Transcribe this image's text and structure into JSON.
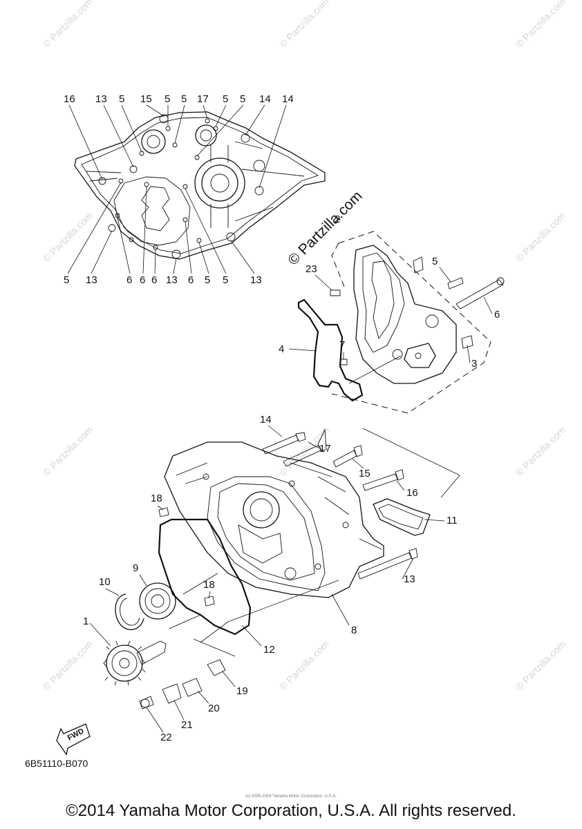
{
  "diagram": {
    "watermark_text": "© Partzilla.com",
    "watermark_center_text": "© Partzilla.com",
    "drawing_code": "6B51110-B070",
    "copyright": "©2014 Yamaha Motor Corporation, U.S.A. All rights reserved.",
    "tiny_copyright": "(c) 2005-2016 Yamaha Motor Corporation, U.S.A.",
    "fwd_label": "FWD"
  },
  "callouts": {
    "top_row": [
      "16",
      "13",
      "5",
      "15",
      "5",
      "5",
      "17",
      "5",
      "5",
      "14",
      "14"
    ],
    "bottom_row": [
      "5",
      "13",
      "6",
      "6",
      "6",
      "13",
      "6",
      "5",
      "5",
      "13"
    ],
    "pump": [
      "2",
      "23",
      "5",
      "6",
      "4",
      "7",
      "3"
    ],
    "case": [
      "14",
      "17",
      "15",
      "16",
      "18",
      "11",
      "9",
      "18",
      "13",
      "10",
      "8",
      "1",
      "12",
      "19",
      "20",
      "21",
      "22"
    ]
  }
}
